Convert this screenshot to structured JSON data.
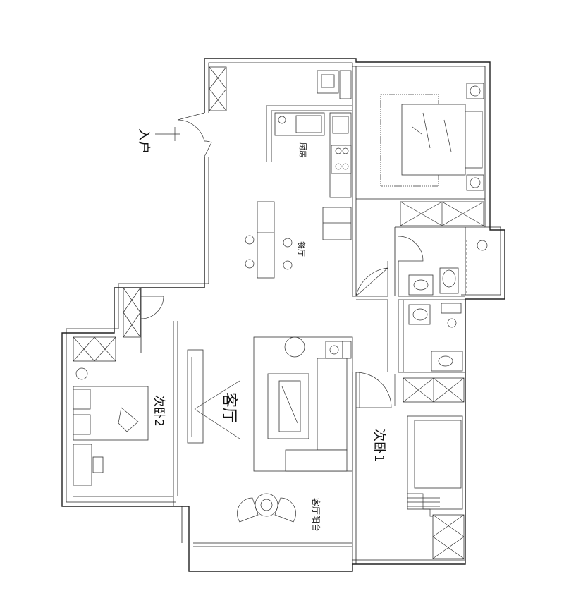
{
  "rooms": {
    "entrance": "入户",
    "kitchen": "厨房",
    "dining": "餐厅",
    "living": "客厅",
    "bedroom2": "次卧2",
    "bedroom1": "次卧1",
    "balcony": "客厅阳台"
  }
}
